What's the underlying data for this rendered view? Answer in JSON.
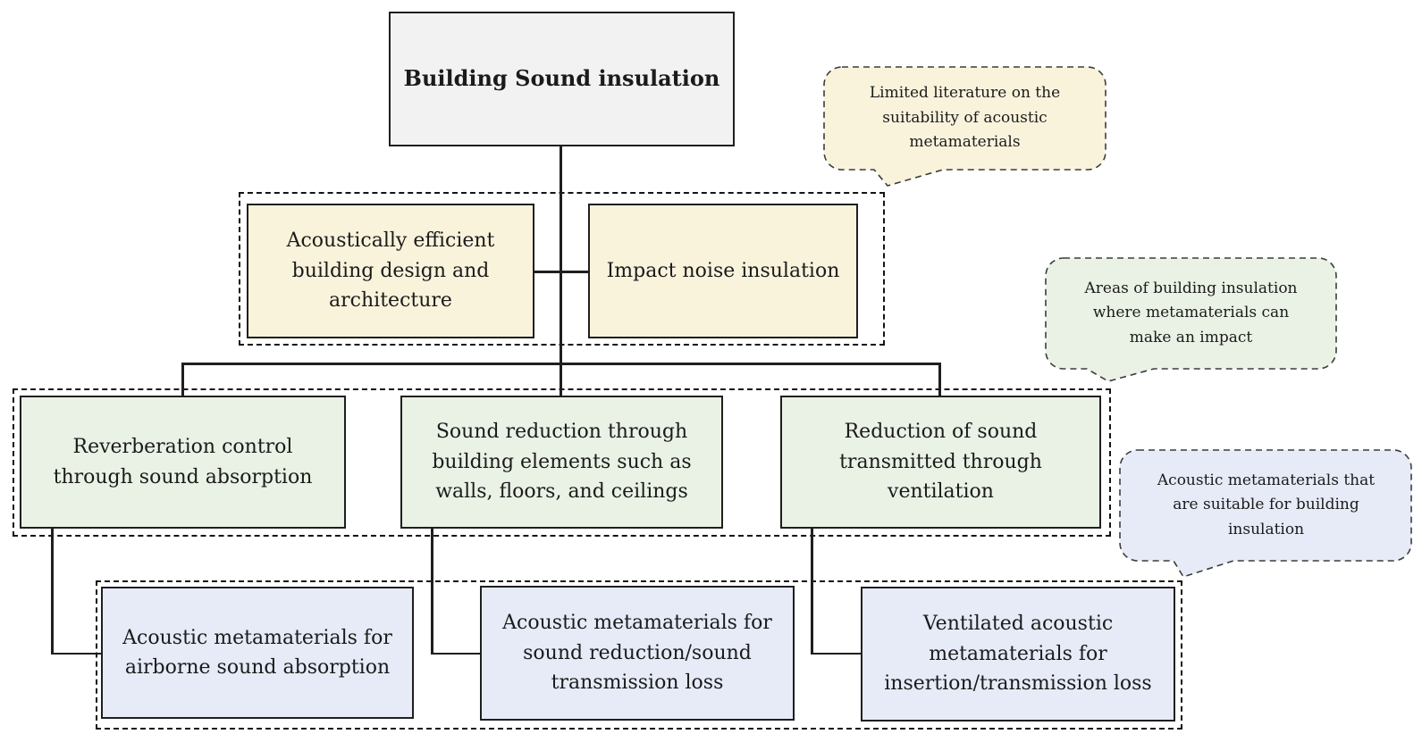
{
  "figure_title": "Building sound insulation hierarchy diagram",
  "colors": {
    "gray-fill": "#f2f2f2",
    "cream-fill": "#faf3dc",
    "green-fill": "#eaf2e6",
    "blue-fill": "#e6ebf7",
    "line": "#1f1f1f",
    "txt": "#1b1b1b",
    "callout-border": "#3c3c3c"
  },
  "nodes": {
    "root": {
      "label": "Building Sound insulation",
      "lines": [
        "Building Sound insulation"
      ]
    },
    "design": {
      "label": "Acoustically efficient building design and architecture",
      "lines": [
        "Acoustically efficient",
        "building design and",
        "architecture"
      ]
    },
    "impact": {
      "label": "Impact noise insulation",
      "lines": [
        "Impact noise insulation"
      ]
    },
    "reverberation": {
      "label": "Reverberation control through sound absorption",
      "lines": [
        "Reverberation control",
        "through sound absorption"
      ]
    },
    "elements": {
      "label": "Sound reduction through building elements such as walls, floors, and ceilings",
      "lines": [
        "Sound reduction through",
        "building elements such as",
        "walls, floors, and ceilings"
      ]
    },
    "ventilation": {
      "label": "Reduction of sound transmitted through ventilation",
      "lines": [
        "Reduction of sound",
        "transmitted through",
        "ventilation"
      ]
    },
    "absorption_mm": {
      "label": "Acoustic metamaterials for airborne sound absorption",
      "lines": [
        "Acoustic metamaterials for",
        "airborne sound absorption"
      ]
    },
    "reduction_mm": {
      "label": "Acoustic metamaterials for sound reduction/sound transmission loss",
      "lines": [
        "Acoustic metamaterials for",
        "sound reduction/sound",
        "transmission loss"
      ]
    },
    "ventilated_mm": {
      "label": "Ventilated acoustic metamaterials for insertion/transmission loss",
      "lines": [
        "Ventilated acoustic",
        "metamaterials for",
        "insertion/transmission loss"
      ]
    }
  },
  "callouts": {
    "limited": {
      "label": "Limited literature on the suitability of acoustic metamaterials",
      "lines": [
        "Limited literature on the",
        "suitability of acoustic",
        "metamaterials"
      ]
    },
    "areas": {
      "label": "Areas of building insulation where metamaterials can make an impact",
      "lines": [
        "Areas of building insulation",
        "where metamaterials can",
        "make an impact"
      ]
    },
    "suitable": {
      "label": "Acoustic metamaterials that are suitable for building insulation",
      "lines": [
        "Acoustic metamaterials that",
        "are suitable for building",
        "insulation"
      ]
    }
  }
}
